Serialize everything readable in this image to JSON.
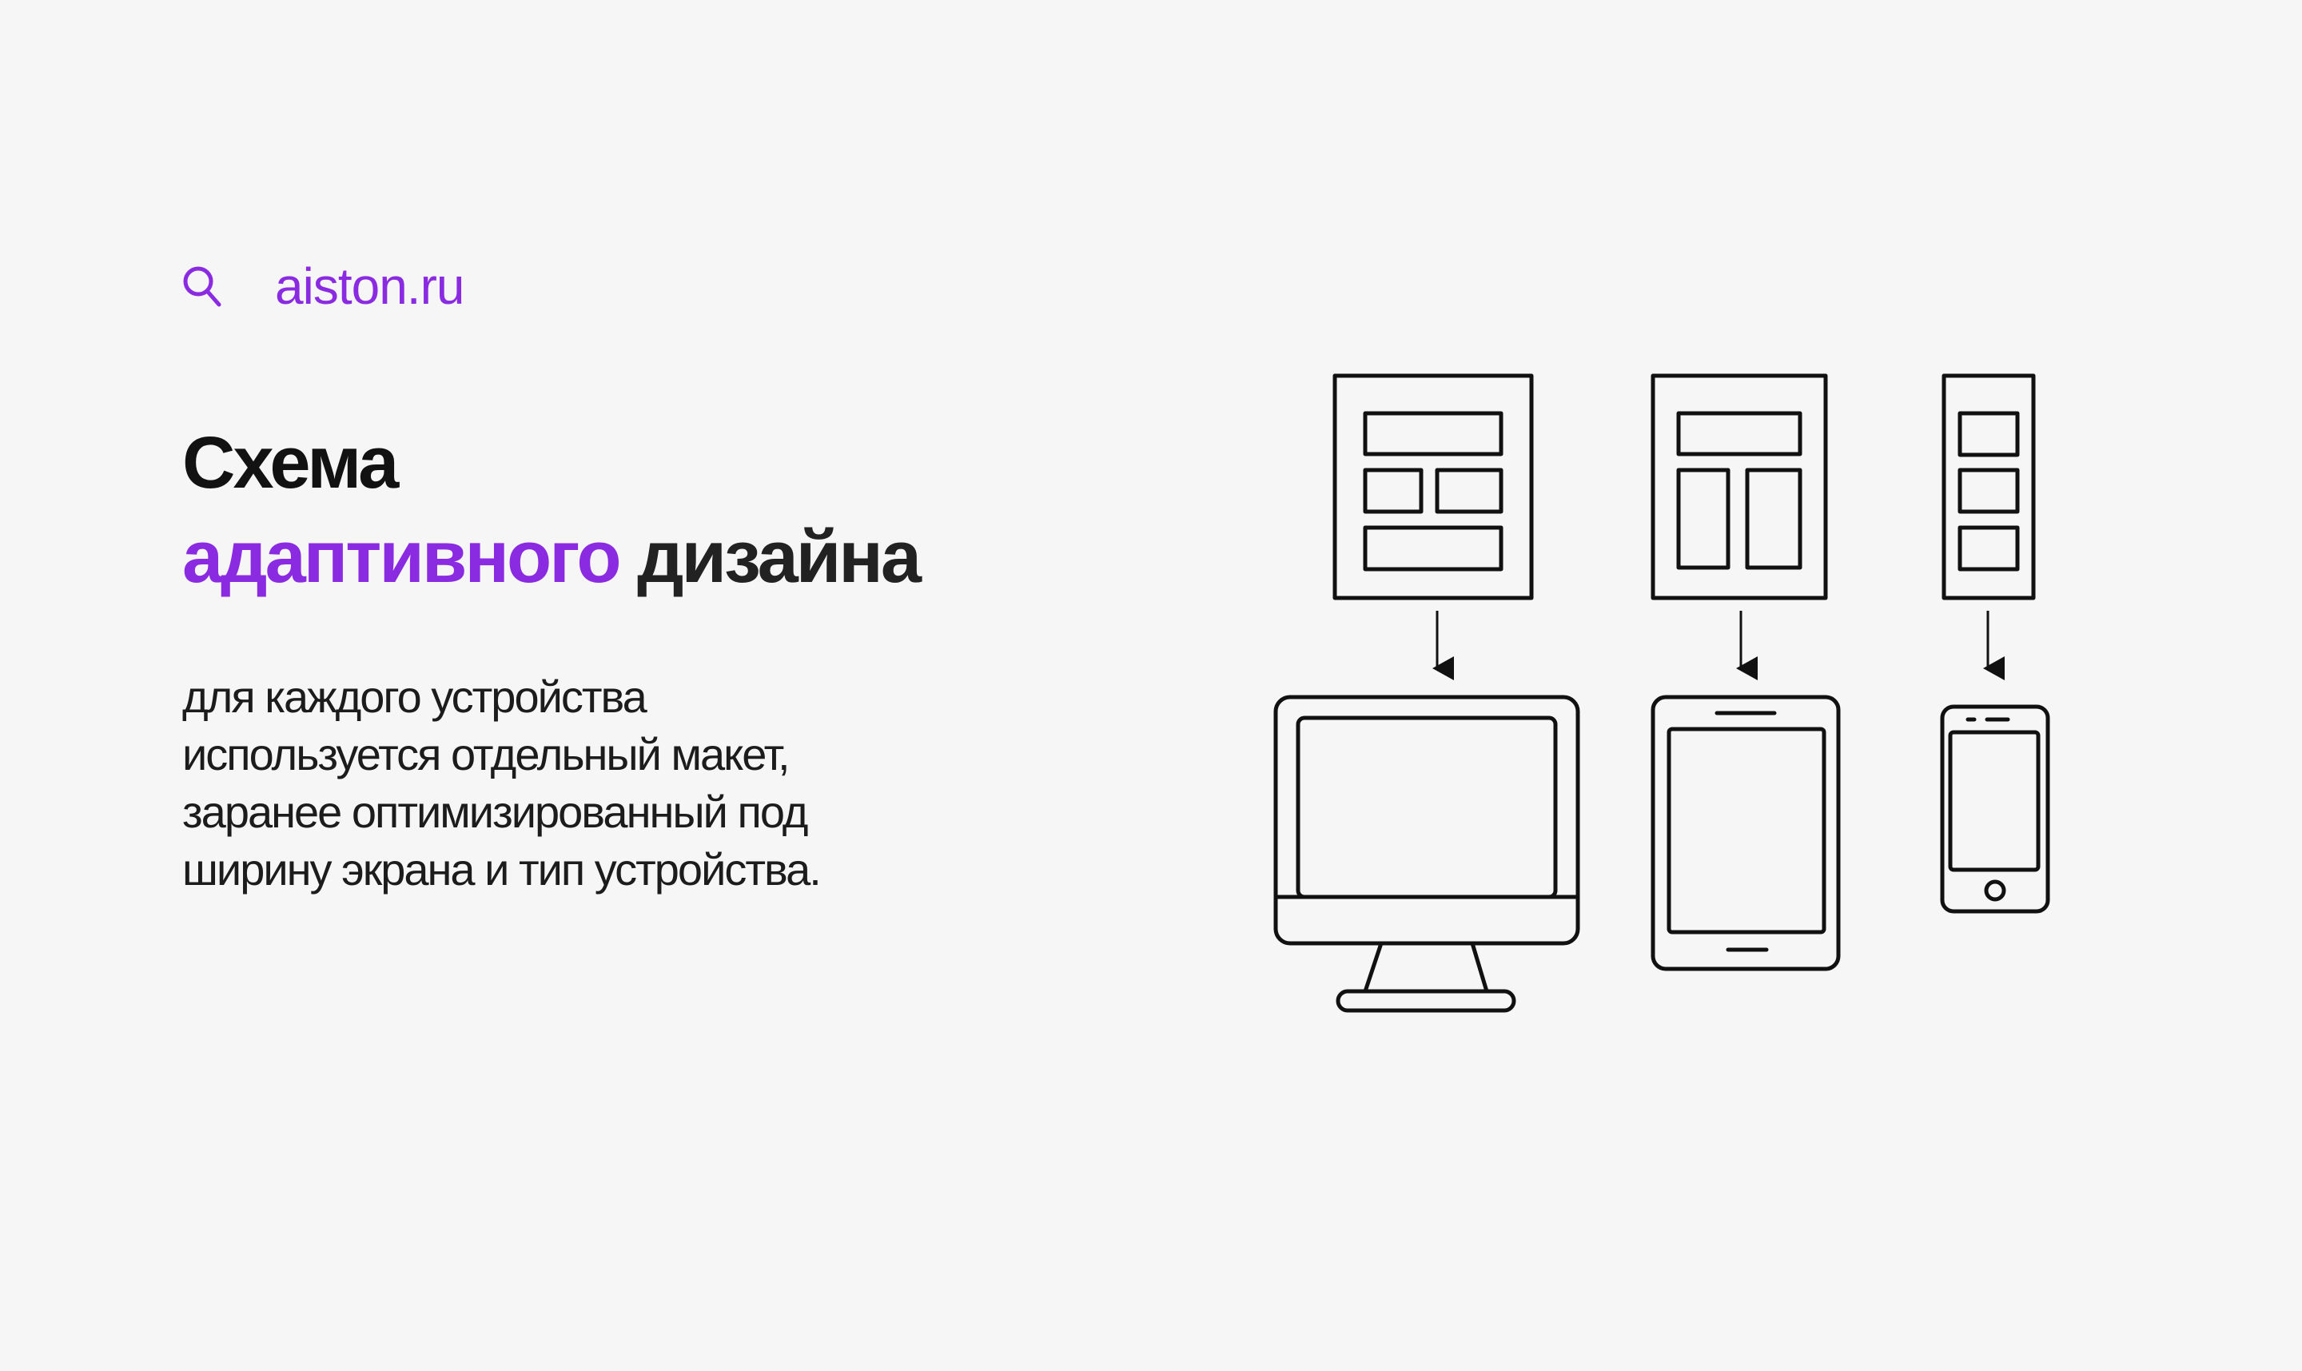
{
  "brand": {
    "icon": "search-icon",
    "text": "aiston.ru",
    "color": "#8a2be2"
  },
  "title": {
    "line1": "Схема",
    "line2_accent": "адаптивного",
    "line2_rest": "дизайна",
    "accent_color": "#8a2be2"
  },
  "description": {
    "lines": [
      "для каждого устройства",
      "используется отдельный макет,",
      "заранее оптимизированный под",
      "ширину экрана и тип устройства."
    ]
  },
  "diagram": {
    "stroke_color": "#111111",
    "devices": [
      {
        "name": "desktop",
        "layout": "desktop-layout",
        "icon": "monitor-icon"
      },
      {
        "name": "tablet",
        "layout": "tablet-layout",
        "icon": "tablet-icon"
      },
      {
        "name": "phone",
        "layout": "mobile-layout",
        "icon": "phone-icon"
      }
    ]
  }
}
